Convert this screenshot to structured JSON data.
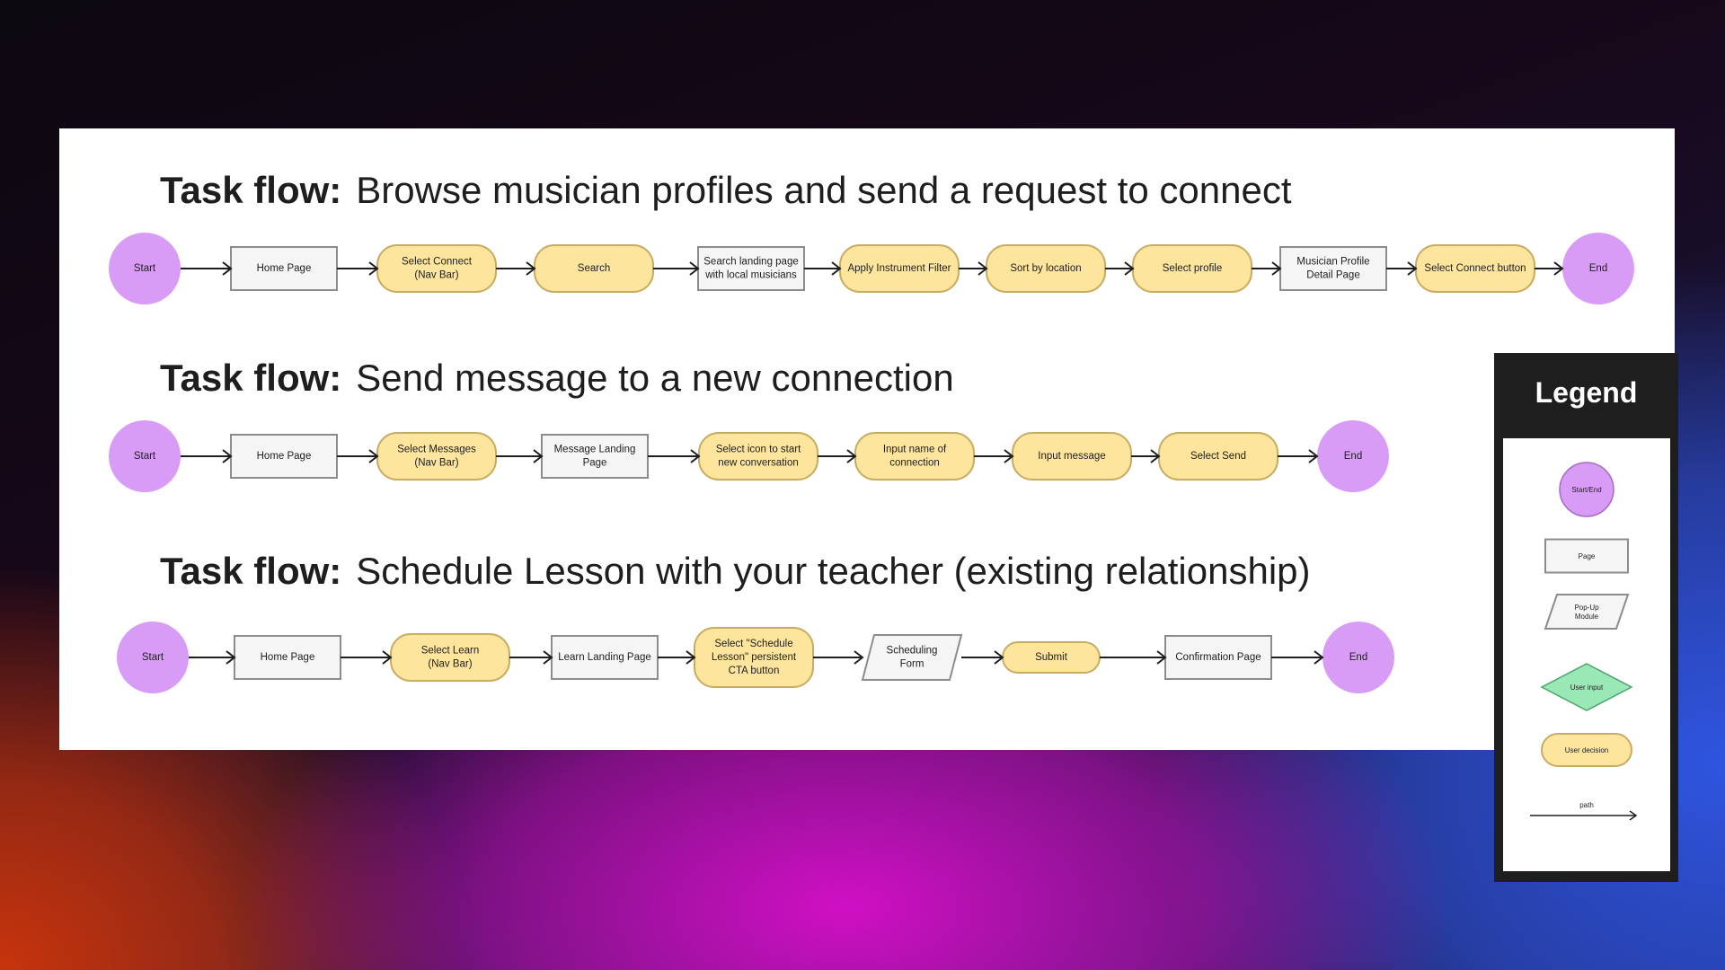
{
  "flows": [
    {
      "label": "Task flow:",
      "title": "Browse musician profiles and send a request to connect",
      "steps": [
        {
          "type": "start_end",
          "text": "Start"
        },
        {
          "type": "page",
          "text": "Home Page"
        },
        {
          "type": "decision",
          "text": "Select Connect\n(Nav Bar)"
        },
        {
          "type": "decision",
          "text": "Search"
        },
        {
          "type": "page",
          "text": "Search landing page\nwith local musicians"
        },
        {
          "type": "decision",
          "text": "Apply Instrument Filter"
        },
        {
          "type": "decision",
          "text": "Sort by location"
        },
        {
          "type": "decision",
          "text": "Select profile"
        },
        {
          "type": "page",
          "text": "Musician Profile\nDetail Page"
        },
        {
          "type": "decision",
          "text": "Select Connect button"
        },
        {
          "type": "start_end",
          "text": "End"
        }
      ]
    },
    {
      "label": "Task flow:",
      "title": "Send message to a new connection",
      "steps": [
        {
          "type": "start_end",
          "text": "Start"
        },
        {
          "type": "page",
          "text": "Home Page"
        },
        {
          "type": "decision",
          "text": "Select Messages\n(Nav Bar)"
        },
        {
          "type": "page",
          "text": "Message Landing\nPage"
        },
        {
          "type": "decision",
          "text": "Select icon to start\nnew conversation"
        },
        {
          "type": "decision",
          "text": "Input name of\nconnection"
        },
        {
          "type": "decision",
          "text": "Input message"
        },
        {
          "type": "decision",
          "text": "Select Send"
        },
        {
          "type": "start_end",
          "text": "End"
        }
      ]
    },
    {
      "label": "Task flow:",
      "title": "Schedule Lesson with your teacher (existing relationship)",
      "steps": [
        {
          "type": "start_end",
          "text": "Start"
        },
        {
          "type": "page",
          "text": "Home Page"
        },
        {
          "type": "decision",
          "text": "Select Learn\n(Nav Bar)"
        },
        {
          "type": "page",
          "text": "Learn Landing Page"
        },
        {
          "type": "decision",
          "text": "Select \"Schedule\nLesson\" persistent\nCTA button"
        },
        {
          "type": "popup",
          "text": "Scheduling\nForm"
        },
        {
          "type": "decision",
          "text": "Submit"
        },
        {
          "type": "page",
          "text": "Confirmation Page"
        },
        {
          "type": "start_end",
          "text": "End"
        }
      ]
    }
  ],
  "legend": {
    "title": "Legend",
    "items": [
      {
        "type": "start_end",
        "text": "Start/End"
      },
      {
        "type": "page",
        "text": "Page"
      },
      {
        "type": "popup",
        "text": "Pop-Up\nModule"
      },
      {
        "type": "input",
        "text": "User input"
      },
      {
        "type": "decision",
        "text": "User decision"
      },
      {
        "type": "path",
        "text": "path"
      }
    ]
  },
  "colors": {
    "start_end": "#d99cf6",
    "page_fill": "#f5f5f5",
    "page_stroke": "#8c8c8c",
    "decision_fill": "#fde59d",
    "decision_stroke": "#c8ac62",
    "input_fill": "#9be8b7",
    "input_stroke": "#4ca56d",
    "arrow": "#1e1e1e"
  }
}
